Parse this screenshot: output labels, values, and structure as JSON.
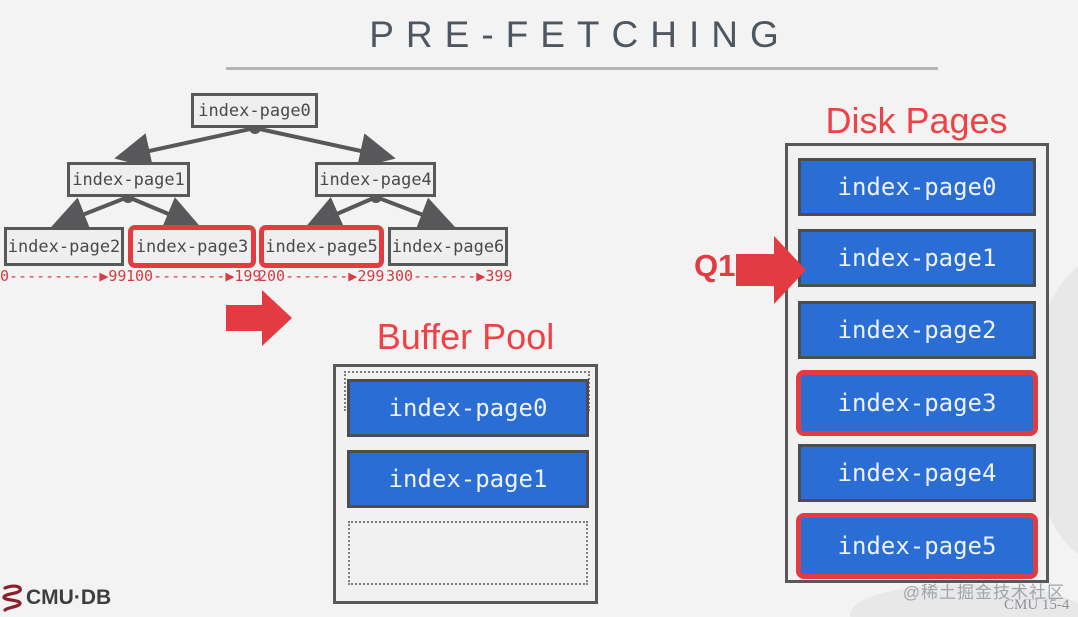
{
  "slide": {
    "title": "PRE-FETCHING"
  },
  "tree": {
    "root": {
      "label": "index-page0"
    },
    "children": [
      {
        "label": "index-page1"
      },
      {
        "label": "index-page4"
      }
    ],
    "leaves": [
      {
        "label": "index-page2",
        "range": "0----------▶99",
        "highlight": false
      },
      {
        "label": "index-page3",
        "range": "100--------▶199",
        "highlight": true
      },
      {
        "label": "index-page5",
        "range": "200-------▶299",
        "highlight": true
      },
      {
        "label": "index-page6",
        "range": "300-------▶399",
        "highlight": false
      }
    ]
  },
  "buffer_pool": {
    "title": "Buffer Pool",
    "slots": [
      {
        "label": "index-page0",
        "empty": false
      },
      {
        "label": "index-page1",
        "empty": false
      },
      {
        "label": "",
        "empty": true
      }
    ]
  },
  "disk_pages": {
    "title": "Disk Pages",
    "query_label": "Q1",
    "pages": [
      {
        "label": "index-page0",
        "highlight": false
      },
      {
        "label": "index-page1",
        "highlight": false
      },
      {
        "label": "index-page2",
        "highlight": false
      },
      {
        "label": "index-page3",
        "highlight": true
      },
      {
        "label": "index-page4",
        "highlight": false
      },
      {
        "label": "index-page5",
        "highlight": true
      }
    ]
  },
  "footer": {
    "logo_text": "CMU·DB",
    "watermark": "@稀土掘金技术社区",
    "course_code": "CMU 15-4"
  },
  "colors": {
    "accent_red": "#e23b41",
    "heading_red": "#ed4347",
    "page_blue": "#2a6dd5",
    "box_gray_border": "#57585a"
  }
}
